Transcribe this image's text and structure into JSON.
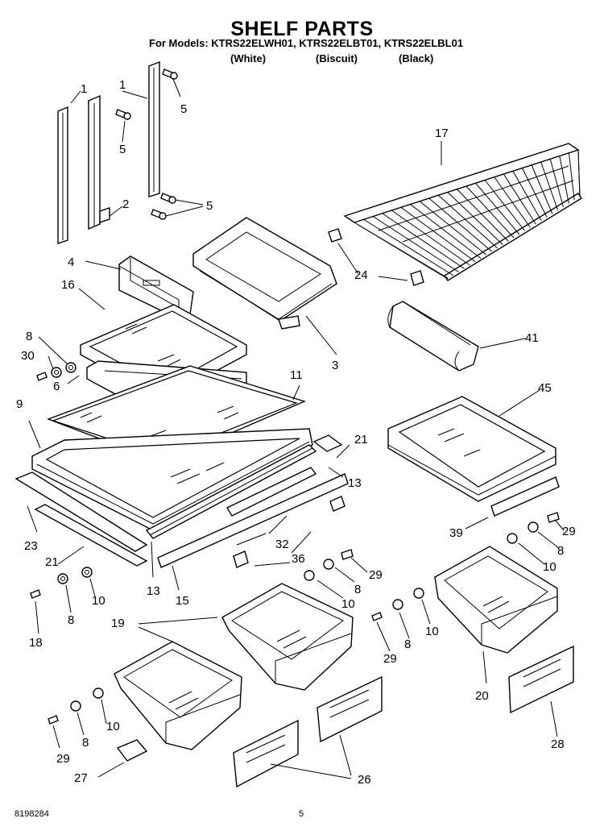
{
  "header": {
    "title": "SHELF PARTS",
    "models_line": "For Models: KTRS22ELWH01, KTRS22ELBT01, KTRS22ELBL01",
    "colors": [
      "(White)",
      "(Biscuit)",
      "(Black)"
    ]
  },
  "callouts": {
    "c1a": "1",
    "c1b": "1",
    "c2": "2",
    "c3": "3",
    "c4": "4",
    "c5a": "5",
    "c5b": "5",
    "c5c": "5",
    "c6": "6",
    "c8a": "8",
    "c8b": "8",
    "c8c": "8",
    "c8d": "8",
    "c8e": "8",
    "c8f": "8",
    "c9": "9",
    "c10a": "10",
    "c10b": "10",
    "c10c": "10",
    "c10d": "10",
    "c10e": "10",
    "c11": "11",
    "c13a": "13",
    "c13b": "13",
    "c15": "15",
    "c16": "16",
    "c17": "17",
    "c18": "18",
    "c19": "19",
    "c20": "20",
    "c21a": "21",
    "c21b": "21",
    "c23": "23",
    "c24": "24",
    "c26": "26",
    "c27": "27",
    "c28": "28",
    "c29a": "29",
    "c29b": "29",
    "c29c": "29",
    "c29d": "29",
    "c30": "30",
    "c32": "32",
    "c36": "36",
    "c39": "39",
    "c41": "41",
    "c45": "45"
  },
  "footer": {
    "doc_number": "8198284",
    "page_number": "5"
  }
}
